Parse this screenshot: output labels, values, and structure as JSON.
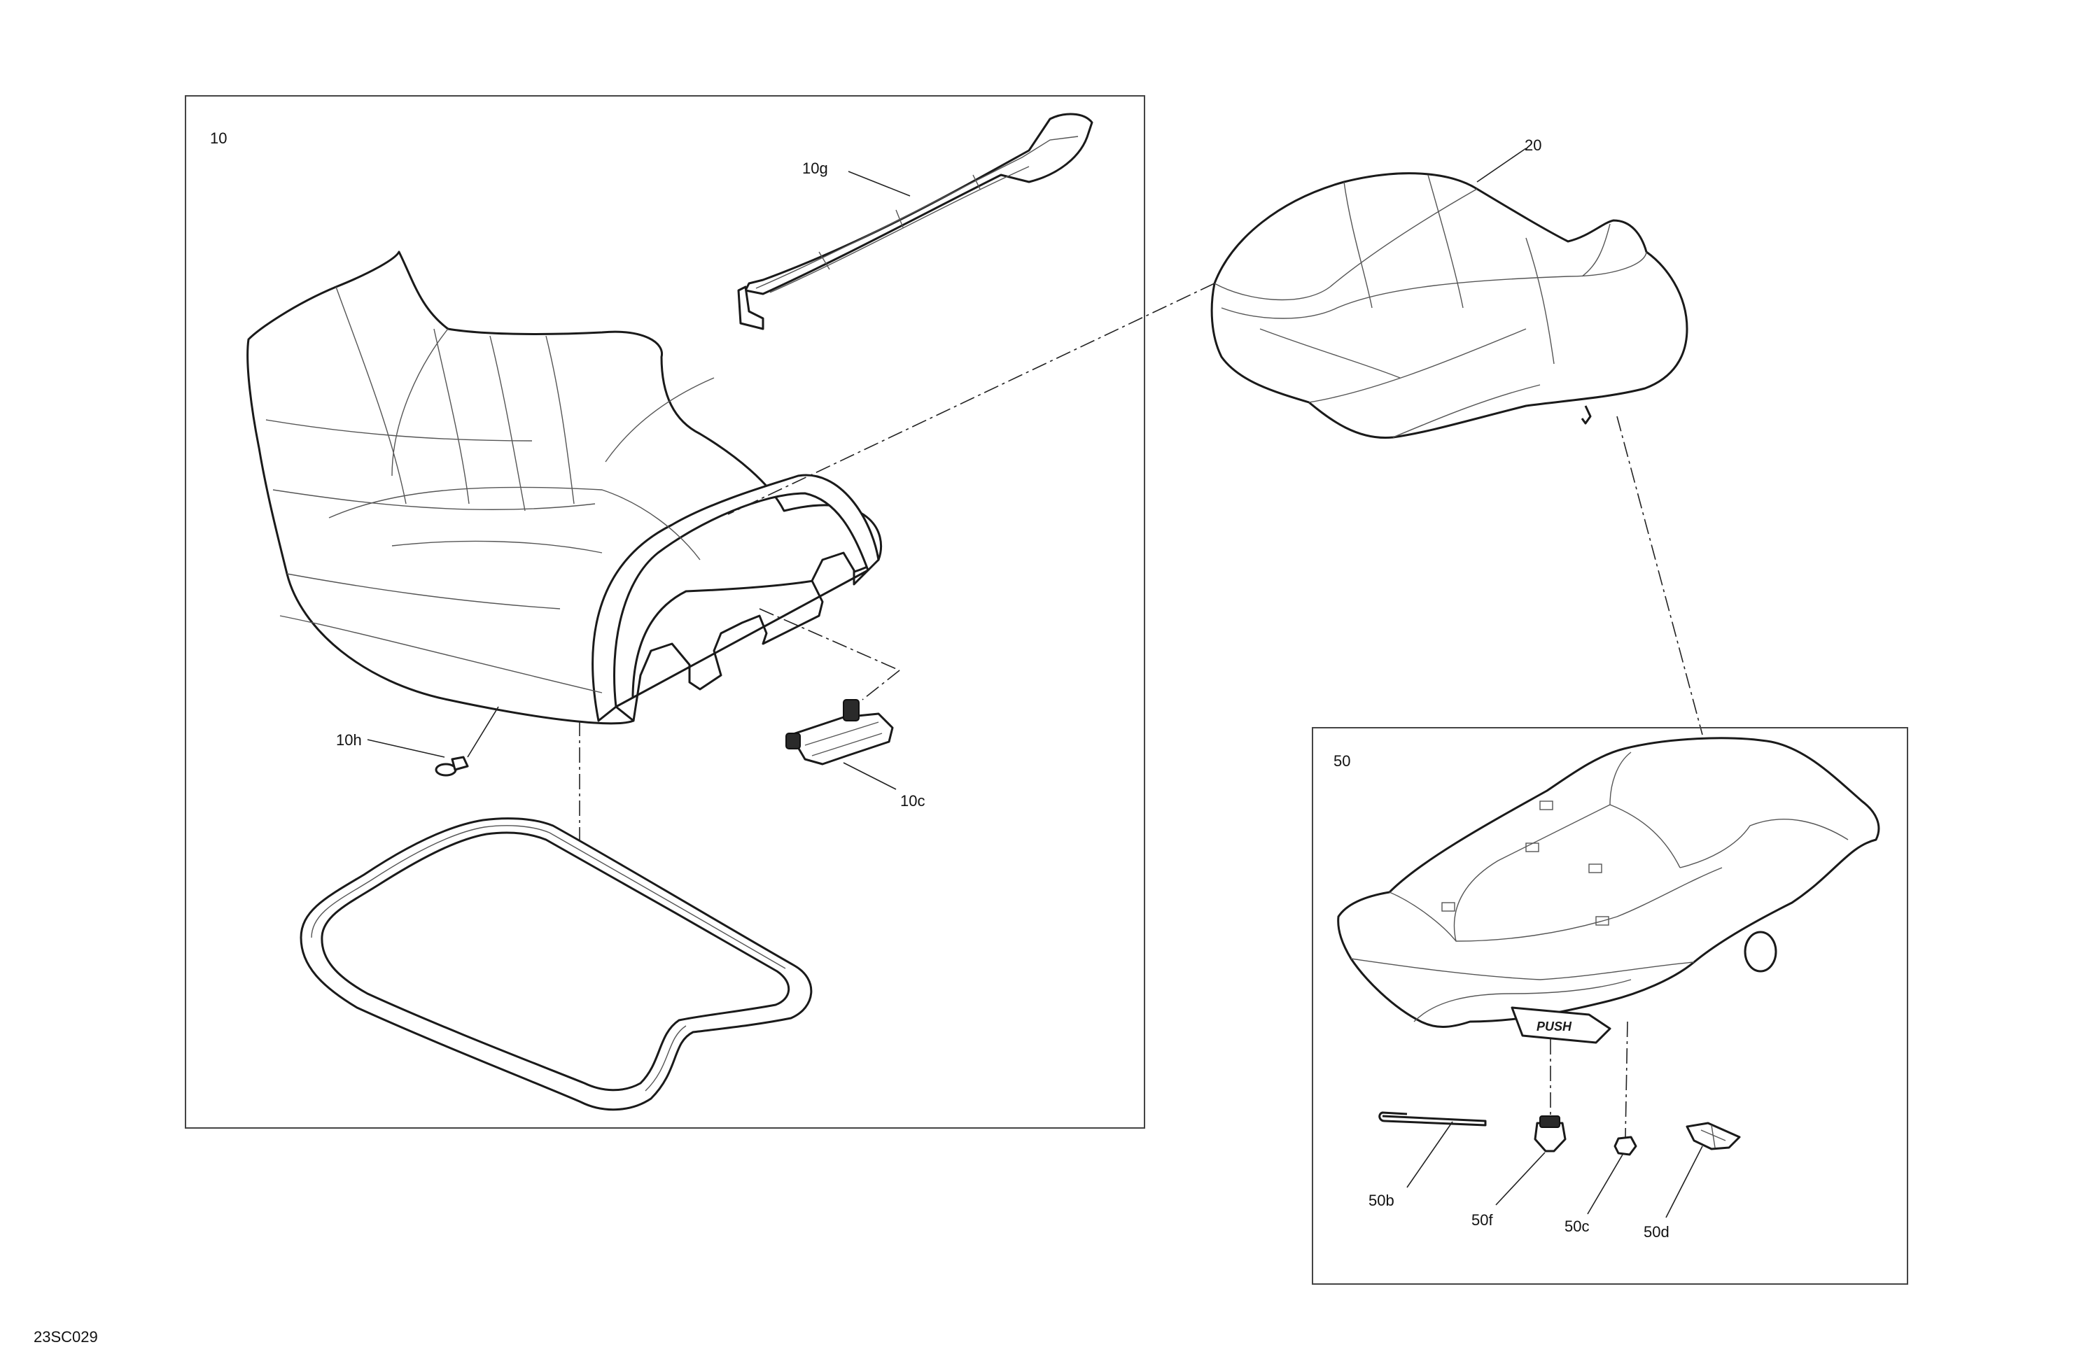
{
  "diagram_id": "23SC029",
  "groups": [
    {
      "id": "10",
      "label": "10"
    },
    {
      "id": "50",
      "label": "50"
    }
  ],
  "parts": {
    "p10g": "10g",
    "p10h": "10h",
    "p10c": "10c",
    "p20": "20",
    "p50b": "50b",
    "p50f": "50f",
    "p50c": "50c",
    "p50d": "50d"
  },
  "stamp": {
    "text": "PUSH"
  }
}
